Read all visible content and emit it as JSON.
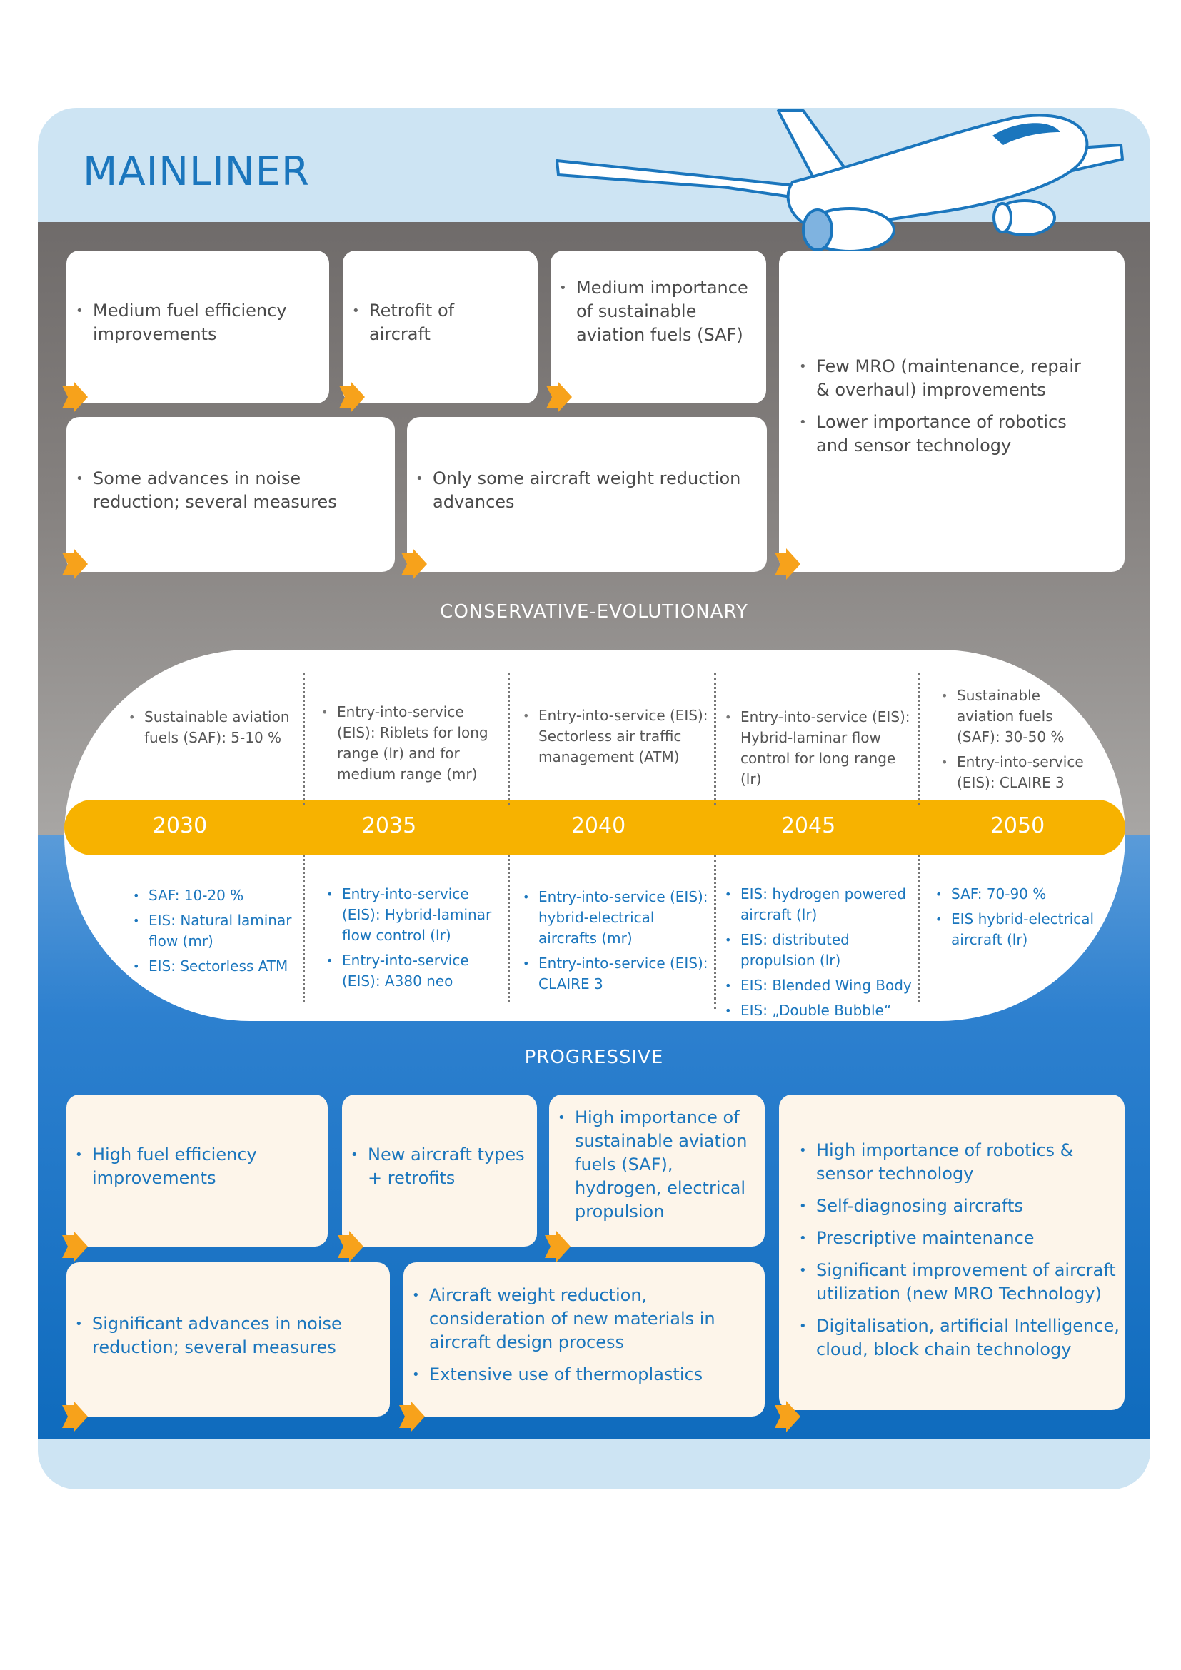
{
  "title": "MAINLINER",
  "colors": {
    "brand_blue": "#1b76bd",
    "accent_orange": "#f7a21b",
    "timeline_yellow": "#f7b200"
  },
  "conservative": {
    "label": "CONSERVATIVE-EVOLUTIONARY",
    "boxes": [
      {
        "items": [
          "Medium fuel efficiency improvements"
        ]
      },
      {
        "items": [
          "Retrofit of aircraft"
        ]
      },
      {
        "items": [
          "Medium importance of sustainable aviation fuels (SAF)"
        ]
      },
      {
        "items": [
          "Few MRO (maintenance, repair & overhaul) improvements",
          "Lower importance of robotics and sensor technology"
        ]
      },
      {
        "items": [
          "Some advances in noise reduction; several measures"
        ]
      },
      {
        "items": [
          "Only some aircraft weight reduction advances"
        ]
      }
    ]
  },
  "timeline": {
    "years": [
      "2030",
      "2035",
      "2040",
      "2045",
      "2050"
    ],
    "conservative": [
      [
        "Sustainable aviation fuels (SAF): 5-10 %"
      ],
      [
        "Entry-into-service (EIS): Riblets for long range (lr) and for medium range (mr)"
      ],
      [
        "Entry-into-service (EIS): Sectorless air traffic management (ATM)"
      ],
      [
        "Entry-into-service (EIS): Hybrid-laminar flow control for long range (lr)"
      ],
      [
        "Sustainable aviation fuels (SAF): 30-50 %",
        "Entry-into-service (EIS): CLAIRE 3"
      ]
    ],
    "progressive": [
      [
        "SAF: 10-20 %",
        "EIS: Natural laminar flow (mr)",
        "EIS: Sectorless ATM"
      ],
      [
        "Entry-into-service (EIS): Hybrid-laminar flow control (lr)",
        "Entry-into-service (EIS):  A380 neo"
      ],
      [
        "Entry-into-service (EIS): hybrid-electrical aircrafts (mr)",
        "Entry-into-service (EIS): CLAIRE 3"
      ],
      [
        "EIS: hydrogen powered aircraft (lr)",
        "EIS: distributed propulsion (lr)",
        "EIS: Blended Wing Body",
        "EIS: „Double Bubble“"
      ],
      [
        "SAF: 70-90 %",
        "EIS hybrid-electrical aircraft (lr)"
      ]
    ]
  },
  "progressive": {
    "label": "PROGRESSIVE",
    "boxes": [
      {
        "items": [
          "High fuel efficiency improvements"
        ]
      },
      {
        "items": [
          "New aircraft types + retrofits"
        ]
      },
      {
        "items": [
          "High importance of sustainable aviation fuels (SAF), hydrogen, electrical propulsion"
        ]
      },
      {
        "items": [
          "High importance of robotics & sensor technology",
          "Self-diagnosing aircrafts",
          "Prescriptive maintenance",
          "Significant improvement of aircraft utilization (new MRO Technology)",
          "Digitalisation, artificial Intelligence, cloud, block chain technology"
        ]
      },
      {
        "items": [
          "Significant advances in noise reduction; several measures"
        ]
      },
      {
        "items": [
          "Aircraft weight reduction, consideration of new materials in aircraft design process",
          "Extensive use of thermoplastics"
        ]
      }
    ]
  }
}
